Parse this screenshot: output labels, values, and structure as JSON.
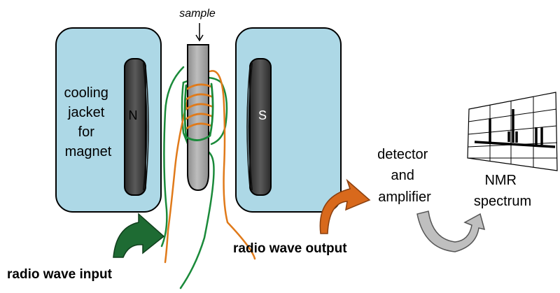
{
  "labels": {
    "sample": "sample",
    "cooling_jacket": [
      "cooling",
      "jacket",
      "for",
      "magnet"
    ],
    "pole_north": "N",
    "pole_south": "S",
    "radio_wave_input": "radio wave input",
    "radio_wave_output": "radio wave output",
    "detector": [
      "detector",
      "and",
      "amplifier"
    ],
    "spectrum": [
      "NMR",
      "spectrum"
    ]
  },
  "colors": {
    "jacket_fill": "#add8e6",
    "magnet_fill": "#404040",
    "sample_tube": "#a6a6a6",
    "input_coil": "#1a8a3a",
    "output_coil": "#e07a1a",
    "input_arrow": "#1e6b33",
    "output_arrow": "#d8691c",
    "spectrum_arrow": "#bfbfbf"
  },
  "icons": {
    "input_arrow": "curved-arrow-icon",
    "output_arrow": "curved-arrow-icon",
    "spectrum_arrow": "curved-arrow-icon",
    "sample_pointer": "down-arrow-icon"
  }
}
